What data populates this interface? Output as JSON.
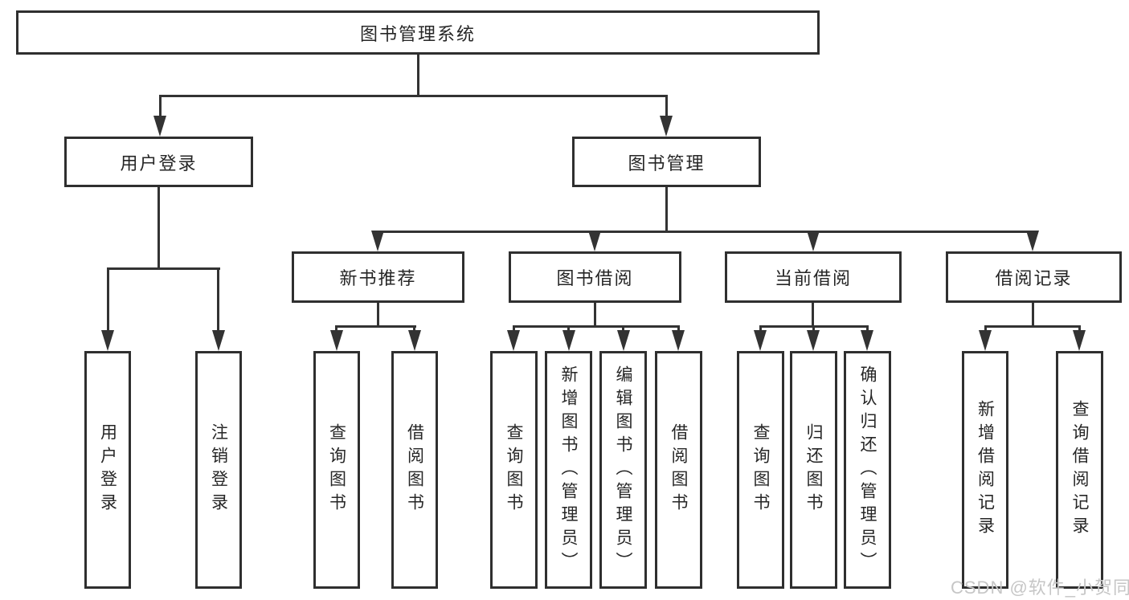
{
  "tree": {
    "root": {
      "label": "图书管理系统"
    },
    "user_login": {
      "label": "用户登录",
      "children": {
        "login": {
          "label": "用户登录"
        },
        "logout": {
          "label": "注销登录"
        }
      }
    },
    "book_mgmt": {
      "label": "图书管理",
      "children": {
        "new_book_rec": {
          "label": "新书推荐",
          "children": {
            "query": {
              "label": "查询图书"
            },
            "borrow": {
              "label": "借阅图书"
            }
          }
        },
        "book_borrow": {
          "label": "图书借阅",
          "children": {
            "query": {
              "label": "查询图书"
            },
            "add": {
              "label": "新增图书（管理员）"
            },
            "edit": {
              "label": "编辑图书（管理员）"
            },
            "borrow": {
              "label": "借阅图书"
            }
          }
        },
        "current_borrow": {
          "label": "当前借阅",
          "children": {
            "query": {
              "label": "查询图书"
            },
            "return": {
              "label": "归还图书"
            },
            "confirm": {
              "label": "确认归还（管理员）"
            }
          }
        },
        "borrow_record": {
          "label": "借阅记录",
          "children": {
            "add_record": {
              "label": "新增借阅记录"
            },
            "query_record": {
              "label": "查询借阅记录"
            }
          }
        }
      }
    }
  },
  "watermark": {
    "label": "CSDN @软件_小贺同学"
  },
  "colors": {
    "background": "#ffffff",
    "box_border": "#2f2f2f",
    "line": "#333333",
    "text": "#262626",
    "watermark": "#c6c6c6"
  }
}
